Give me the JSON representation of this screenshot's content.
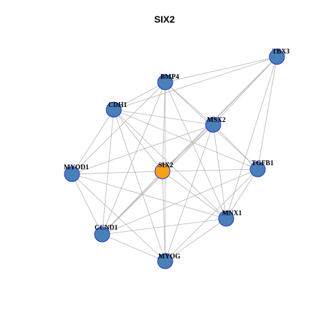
{
  "title": "SIX2",
  "colors": {
    "hub_fill": "#f5a11a",
    "node_fill": "#4a7fb8",
    "node_stroke": "#1f35c9",
    "edge": "#b3b3b3"
  },
  "nodes": [
    {
      "id": "TBX3",
      "label": "TBX3",
      "hub": false
    },
    {
      "id": "BMP4",
      "label": "BMP4",
      "hub": false
    },
    {
      "id": "CDH1",
      "label": "CDH1",
      "hub": false
    },
    {
      "id": "MSX2",
      "label": "MSX2",
      "hub": false
    },
    {
      "id": "MYOD1",
      "label": "MYOD1",
      "hub": false
    },
    {
      "id": "SIX2",
      "label": "SIX2",
      "hub": true
    },
    {
      "id": "TGFB1",
      "label": "TGFB1",
      "hub": false
    },
    {
      "id": "MNX1",
      "label": "MNX1",
      "hub": false
    },
    {
      "id": "CCND1",
      "label": "CCND1",
      "hub": false
    },
    {
      "id": "MYOG",
      "label": "MYOG",
      "hub": false
    }
  ],
  "edges": [
    [
      "SIX2",
      "TBX3"
    ],
    [
      "SIX2",
      "BMP4"
    ],
    [
      "SIX2",
      "CDH1"
    ],
    [
      "SIX2",
      "MSX2"
    ],
    [
      "SIX2",
      "MYOD1"
    ],
    [
      "SIX2",
      "TGFB1"
    ],
    [
      "SIX2",
      "MNX1"
    ],
    [
      "SIX2",
      "CCND1"
    ],
    [
      "SIX2",
      "MYOG"
    ],
    [
      "TBX3",
      "BMP4"
    ],
    [
      "TBX3",
      "CDH1"
    ],
    [
      "TBX3",
      "MSX2"
    ],
    [
      "TBX3",
      "TGFB1"
    ],
    [
      "TBX3",
      "MNX1"
    ],
    [
      "TBX3",
      "CCND1"
    ],
    [
      "BMP4",
      "CDH1"
    ],
    [
      "BMP4",
      "MSX2"
    ],
    [
      "BMP4",
      "TGFB1"
    ],
    [
      "BMP4",
      "MNX1"
    ],
    [
      "BMP4",
      "MYOG"
    ],
    [
      "BMP4",
      "CCND1"
    ],
    [
      "BMP4",
      "MYOD1"
    ],
    [
      "CDH1",
      "MSX2"
    ],
    [
      "CDH1",
      "TGFB1"
    ],
    [
      "CDH1",
      "MYOD1"
    ],
    [
      "CDH1",
      "CCND1"
    ],
    [
      "CDH1",
      "MYOG"
    ],
    [
      "CDH1",
      "MNX1"
    ],
    [
      "MSX2",
      "TGFB1"
    ],
    [
      "MSX2",
      "MYOD1"
    ],
    [
      "MSX2",
      "MNX1"
    ],
    [
      "MSX2",
      "CCND1"
    ],
    [
      "MSX2",
      "MYOG"
    ],
    [
      "TGFB1",
      "MNX1"
    ],
    [
      "TGFB1",
      "CCND1"
    ],
    [
      "TGFB1",
      "MYOG"
    ],
    [
      "MYOD1",
      "CCND1"
    ],
    [
      "MYOD1",
      "MYOG"
    ],
    [
      "MYOD1",
      "MNX1"
    ],
    [
      "MNX1",
      "CCND1"
    ],
    [
      "MNX1",
      "MYOG"
    ],
    [
      "CCND1",
      "MYOG"
    ]
  ]
}
